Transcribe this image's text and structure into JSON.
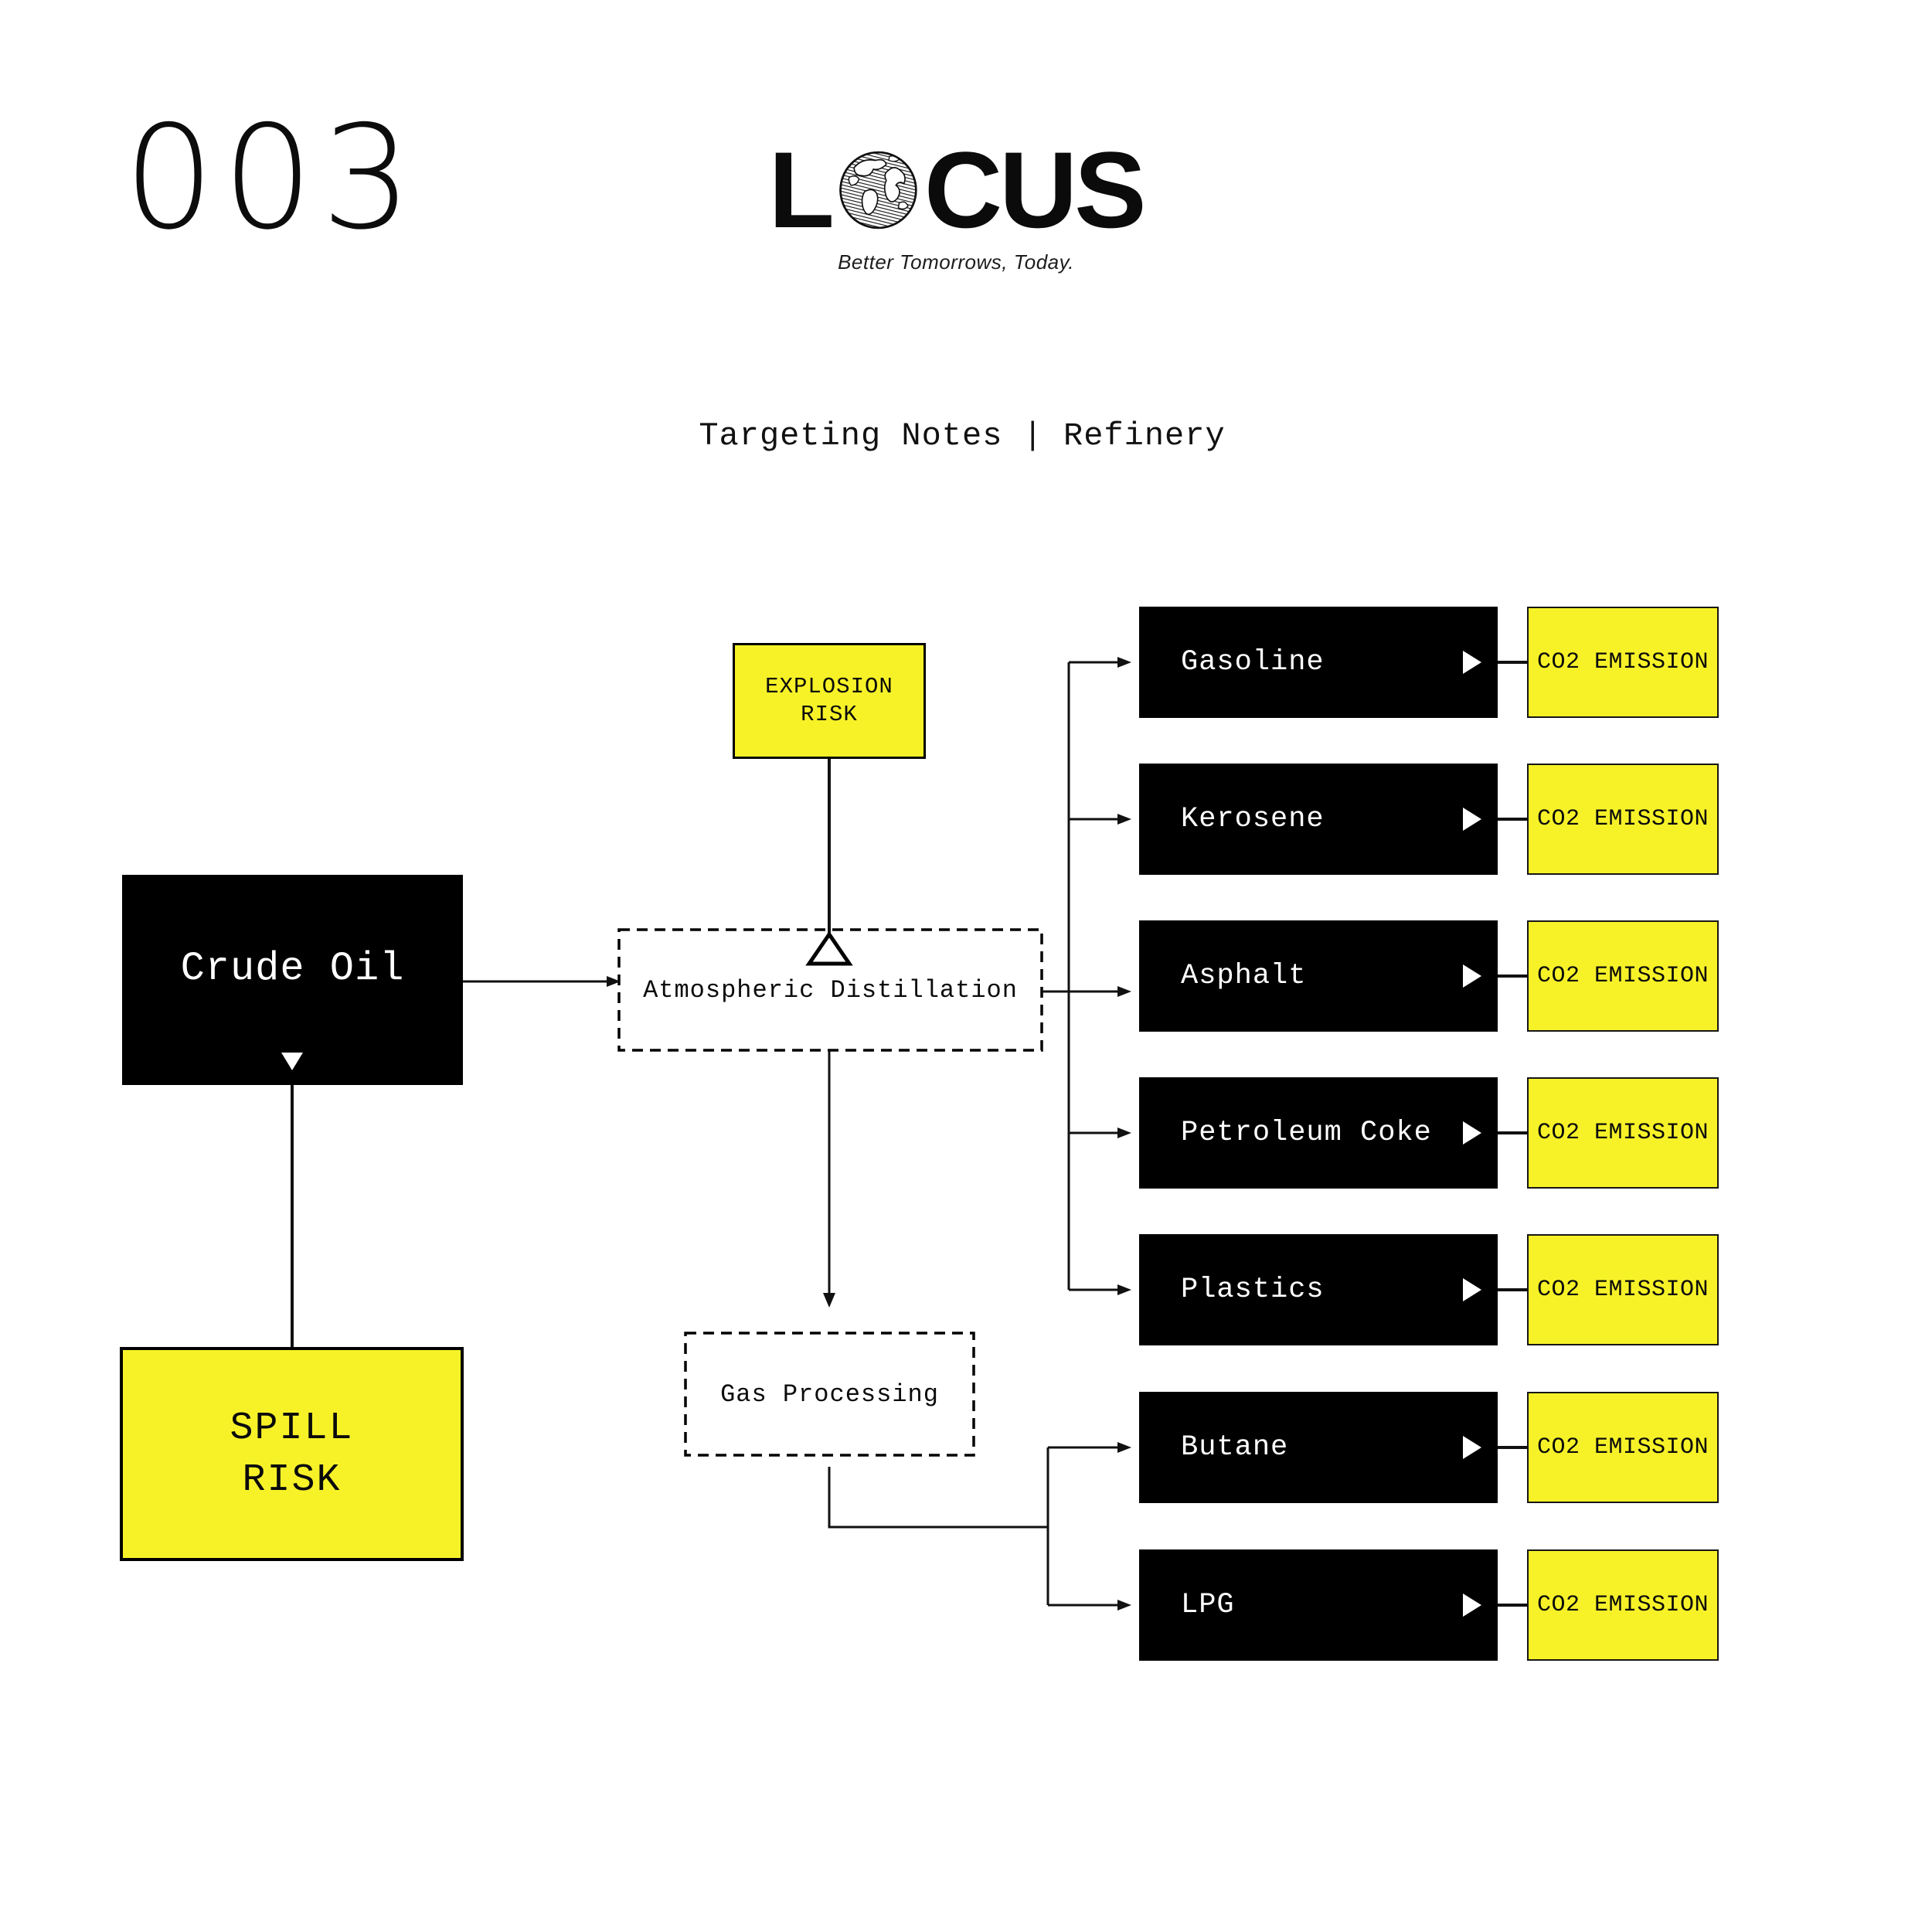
{
  "page_number": "003",
  "logo": {
    "part_l": "L",
    "part_cus": "CUS",
    "globe_icon": "globe-icon",
    "tagline": "Better Tomorrows, Today."
  },
  "subtitle": "Targeting Notes | Refinery",
  "diagram": {
    "colors": {
      "accent_yellow": "#F7F228",
      "box_black": "#000000",
      "line_black": "#111111"
    },
    "crude_oil": {
      "label": "Crude Oil"
    },
    "spill_risk": {
      "line1": "SPILL",
      "line2": "RISK"
    },
    "explosion_risk": {
      "line1": "EXPLOSION",
      "line2": "RISK"
    },
    "atmospheric_distillation": {
      "label": "Atmospheric Distillation"
    },
    "gas_processing": {
      "label": "Gas Processing"
    },
    "products": [
      {
        "label": "Gasoline",
        "emission": "CO2 EMISSION",
        "source": "atmospheric_distillation"
      },
      {
        "label": "Kerosene",
        "emission": "CO2 EMISSION",
        "source": "atmospheric_distillation"
      },
      {
        "label": "Asphalt",
        "emission": "CO2 EMISSION",
        "source": "atmospheric_distillation"
      },
      {
        "label": "Petroleum Coke",
        "emission": "CO2 EMISSION",
        "source": "atmospheric_distillation"
      },
      {
        "label": "Plastics",
        "emission": "CO2 EMISSION",
        "source": "atmospheric_distillation"
      },
      {
        "label": "Butane",
        "emission": "CO2 EMISSION",
        "source": "gas_processing"
      },
      {
        "label": "LPG",
        "emission": "CO2 EMISSION",
        "source": "gas_processing"
      }
    ]
  }
}
